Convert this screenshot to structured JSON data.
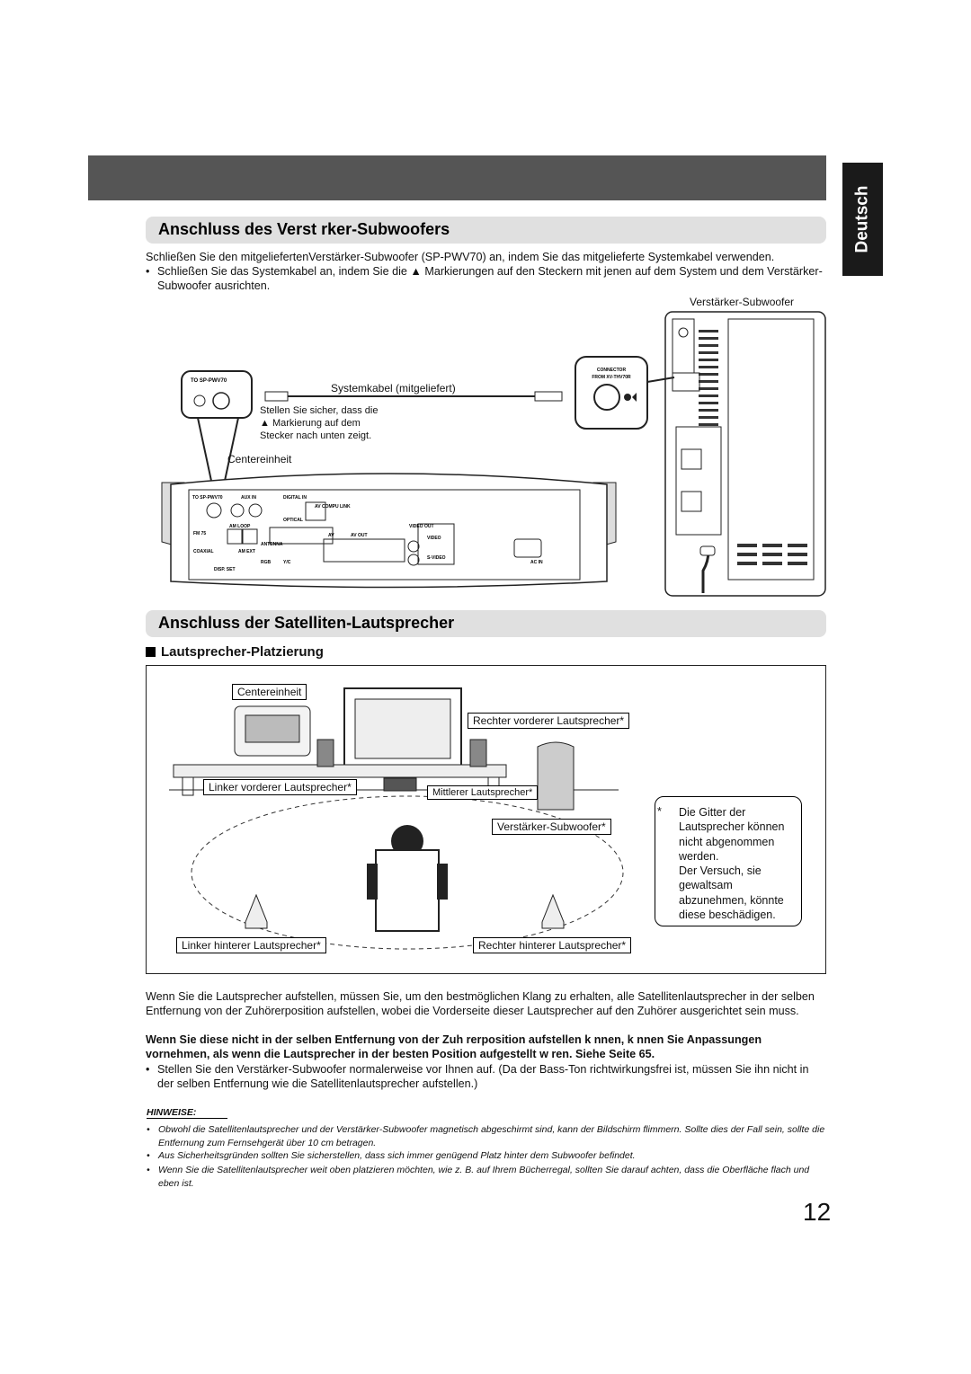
{
  "header": {
    "language_tab": "Deutsch"
  },
  "section1": {
    "title": "Anschluss des Verst  rker-Subwoofers",
    "intro": "Schließen Sie den mitgeliefertenVerstärker-Subwoofer (SP-PWV70) an, indem Sie das mitgelieferte Systemkabel verwenden.",
    "bullet": "Schließen Sie das Systemkabel an, indem Sie die ▲ Markierungen auf den Steckern mit jenen auf dem System und dem Verstärker-Subwoofer ausrichten."
  },
  "diagram1": {
    "subwoofer_label": "Verstärker-Subwoofer",
    "cable_label": "Systemkabel (mitgeliefert)",
    "instruction_lines": [
      "Stellen Sie sicher, dass die",
      "▲ Markierung auf dem",
      "Stecker nach unten zeigt."
    ],
    "center_unit_label": "Centereinheit",
    "connector_label_left": "TO SP-PWV70",
    "connector_label_right": [
      "CONNECTOR",
      "FROM XV-THV70R"
    ],
    "panel_labels": [
      "TO SP-PWV70",
      "AUX IN",
      "DIGITAL IN",
      "AV COMPU LINK",
      "OPTICAL",
      "FM 75",
      "AM LOOP",
      "AM EXT",
      "ANTENNA",
      "COAXIAL",
      "VIDEO OUT",
      "VIDEO",
      "S-VIDEO",
      "AV",
      "AV OUT",
      "RGB",
      "Y/C",
      "DISP. SET",
      "AC IN"
    ]
  },
  "section2": {
    "title": "Anschluss der Satelliten-Lautsprecher",
    "subtitle": "Lautsprecher-Platzierung"
  },
  "diagram2": {
    "center": "Centereinheit",
    "front_right": "Rechter vorderer Lautsprecher*",
    "front_left": "Linker vorderer Lautsprecher*",
    "center_speaker": "Mittlerer Lautsprecher*",
    "subwoofer": "Verstärker-Subwoofer*",
    "rear_left": "Linker hinterer Lautsprecher*",
    "rear_right": "Rechter hinterer Lautsprecher*",
    "footnote_mark": "*",
    "footnote_lines": [
      "Die Gitter der",
      "Lautsprecher können",
      "nicht abgenommen",
      "werden.",
      "Der Versuch, sie",
      "gewaltsam",
      "abzunehmen, könnte",
      "diese beschädigen."
    ]
  },
  "body": {
    "paragraph": "Wenn Sie die Lautsprecher aufstellen, müssen Sie, um den bestmöglichen Klang zu erhalten, alle Satellitenlautsprecher in der selben Entfernung von der Zuhörerposition aufstellen, wobei die Vorderseite dieser Lautsprecher auf den Zuhörer ausgerichtet sein muss.",
    "bold_paragraph": "Wenn Sie diese nicht in der selben Entfernung von der Zuh  rerposition aufstellen k  nnen, k  nnen Sie Anpassungen vornehmen, als wenn die Lautsprecher in der besten Position aufgestellt w  ren. Siehe Seite 65.",
    "bullet": "Stellen Sie den Verstärker-Subwoofer normalerweise vor Ihnen auf. (Da der Bass-Ton richtwirkungsfrei ist, müssen Sie ihn nicht in der selben Entfernung wie die Satellitenlautsprecher aufstellen.)"
  },
  "notes": {
    "heading": "HINWEISE:",
    "items": [
      "Obwohl die Satellitenlautsprecher und der Verstärker-Subwoofer magnetisch abgeschirmt sind, kann der Bildschirm flimmern. Sollte dies der Fall sein, sollte die Entfernung zum Fernsehgerät über 10 cm betragen.",
      "Aus Sicherheitsgründen sollten Sie sicherstellen, dass sich immer genügend Platz hinter dem Subwoofer befindet.",
      "Wenn Sie die Satellitenlautsprecher weit oben platzieren möchten, wie z. B. auf Ihrem Bücherregal, sollten Sie darauf achten, dass die Oberfläche flach und eben ist."
    ]
  },
  "page_number": "12"
}
